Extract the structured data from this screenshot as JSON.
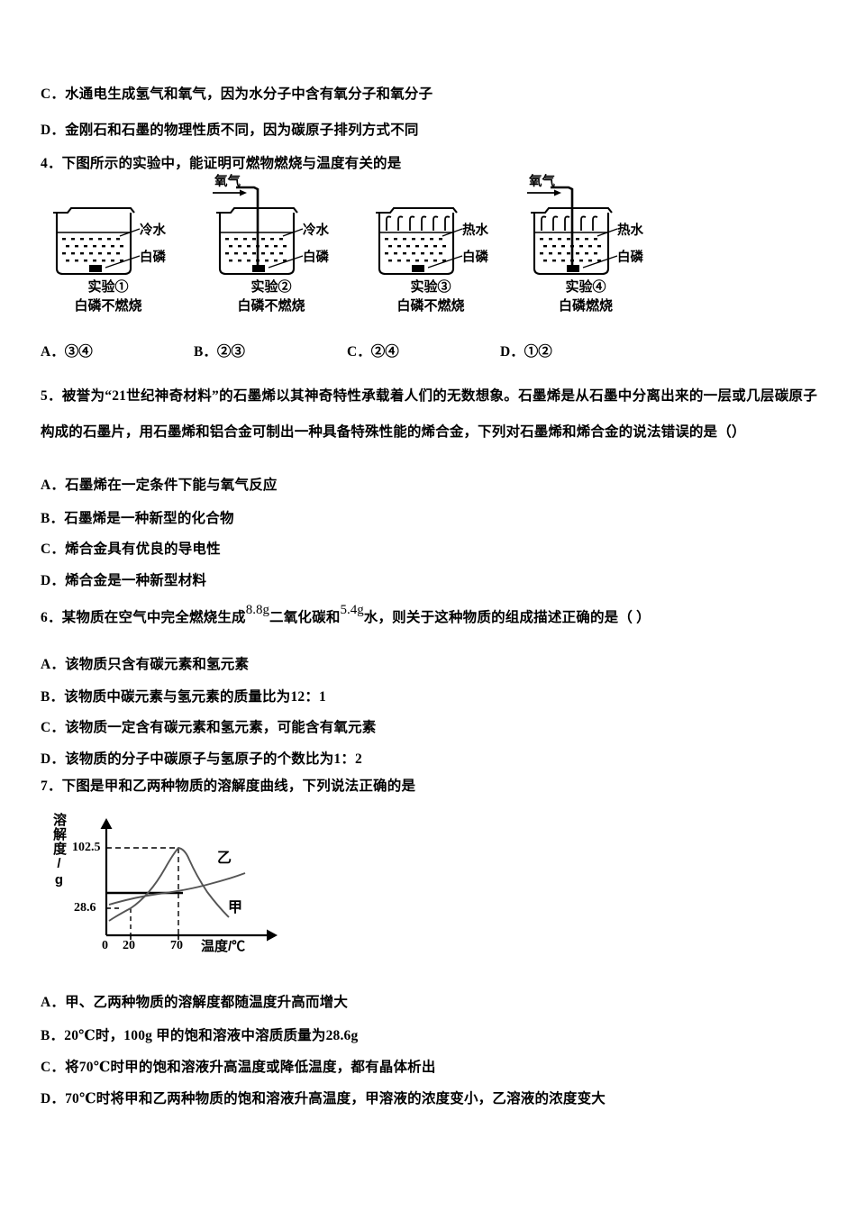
{
  "document": {
    "type": "chemistry-exam-page",
    "language": "zh-CN"
  },
  "q3_tail": {
    "option_c": "C．水通电生成氢气和氧气，因为水分子中含有氧分子和氧分子",
    "option_d": "D．金刚石和石墨的物理性质不同，因为碳原子排列方式不同"
  },
  "q4": {
    "stem": "4．下图所示的实验中，能证明可燃物燃烧与温度有关的是",
    "experiments": [
      {
        "index": "实验①",
        "result": "白磷不燃烧",
        "water_label": "冷水",
        "phosphorus_label": "白磷",
        "oxygen_label": "",
        "hot": false,
        "oxygen_tube": false
      },
      {
        "index": "实验②",
        "result": "白磷不燃烧",
        "water_label": "冷水",
        "phosphorus_label": "白磷",
        "oxygen_label": "氧气",
        "hot": false,
        "oxygen_tube": true
      },
      {
        "index": "实验③",
        "result": "白磷不燃烧",
        "water_label": "热水",
        "phosphorus_label": "白磷",
        "oxygen_label": "",
        "hot": true,
        "oxygen_tube": false
      },
      {
        "index": "实验④",
        "result": "白磷燃烧",
        "water_label": "热水",
        "phosphorus_label": "白磷",
        "oxygen_label": "氧气",
        "hot": true,
        "oxygen_tube": true
      }
    ],
    "options": [
      "A．③④",
      "B．②③",
      "C．②④",
      "D．①②"
    ]
  },
  "q5": {
    "stem": "5．被誉为“21世纪神奇材料”的石墨烯以其神奇特性承载着人们的无数想象。石墨烯是从石墨中分离出来的一层或几层碳原子构成的石墨片，用石墨烯和铝合金可制出一种具备特殊性能的烯合金，下列对石墨烯和烯合金的说法错误的是（）",
    "options": [
      "A．石墨烯在一定条件下能与氧气反应",
      "B．石墨烯是一种新型的化合物",
      "C．烯合金具有优良的导电性",
      "D．烯合金是一种新型材料"
    ]
  },
  "q6": {
    "stem_part1": "6．某物质在空气中完全燃烧生成",
    "value_co2": "8.8g",
    "stem_part2": "二氧化碳和",
    "value_h2o": "5.4g",
    "stem_part3": "水，则关于这种物质的组成描述正确的是（   ）",
    "options": [
      "A．该物质只含有碳元素和氢元素",
      "B．该物质中碳元素与氢元素的质量比为12：1",
      "C．该物质一定含有碳元素和氢元素，可能含有氧元素",
      "D．该物质的分子中碳原子与氢原子的个数比为1：2"
    ]
  },
  "q7": {
    "stem": "7．下图是甲和乙两种物质的溶解度曲线，下列说法正确的是",
    "options": [
      "A．甲、乙两种物质的溶解度都随温度升高而增大",
      "B．20℃时，100g 甲的饱和溶液中溶质质量为28.6g",
      "C．将70℃时甲的饱和溶液升高温度或降低温度，都有晶体析出",
      "D．70℃时将甲和乙两种物质的饱和溶液升高温度，甲溶液的浓度变小，乙溶液的浓度变大"
    ]
  },
  "chart_data": {
    "type": "line",
    "title": "",
    "xlabel": "温度/℃",
    "ylabel": "溶解度/g",
    "xlim": [
      0,
      100
    ],
    "ylim": [
      0,
      125
    ],
    "xticks": [
      "0",
      "20",
      "70"
    ],
    "xtick_values": [
      0,
      20,
      70
    ],
    "yticks": [
      "28.6",
      "102.5"
    ],
    "ytick_values": [
      28.6,
      102.5
    ],
    "grid": false,
    "legend": "inline-labels",
    "annotations": [
      "dashed guide at y=102.5 to peak of 甲",
      "dashed guide at x=70 up to peak",
      "dashed guide at x=20 up to 28.6 on 甲",
      "solid horizontal reference line at y=55"
    ],
    "series": [
      {
        "name": "甲",
        "label": "甲",
        "x": [
          0,
          10,
          20,
          30,
          40,
          50,
          60,
          70,
          75,
          80,
          90,
          100
        ],
        "values": [
          12,
          20,
          28.6,
          42,
          57,
          72,
          88,
          102.5,
          96,
          82,
          62,
          46
        ]
      },
      {
        "name": "乙",
        "label": "乙",
        "x": [
          0,
          20,
          40,
          60,
          70,
          80,
          90,
          100
        ],
        "values": [
          32,
          45,
          52,
          56,
          58,
          62,
          68,
          74
        ]
      }
    ]
  }
}
